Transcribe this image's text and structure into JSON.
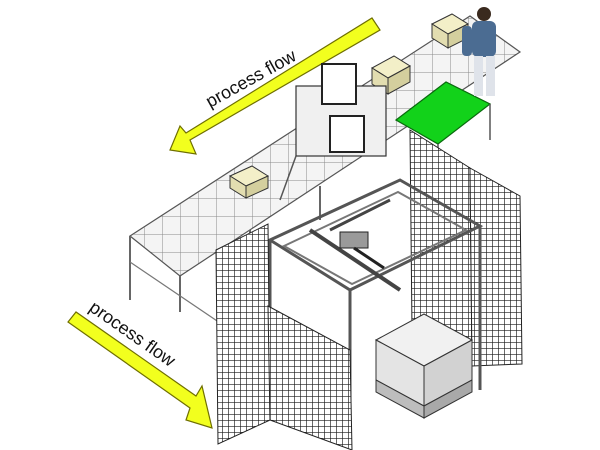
{
  "annotations": {
    "upper_arrow_label": "process flow",
    "lower_arrow_label": "process flow"
  },
  "colors": {
    "arrow_fill": "#f2ff1e",
    "arrow_stroke": "#6f6f00",
    "work_table": "#12d21a",
    "frame": "#6c6c6c",
    "mesh": "#1a1a1a",
    "box": "#f3efc8"
  },
  "figure": {
    "description_items": [
      "conveyor-line",
      "robot-cell-enclosure",
      "gantry-robot",
      "pallet-stack",
      "operator",
      "work-table"
    ]
  }
}
